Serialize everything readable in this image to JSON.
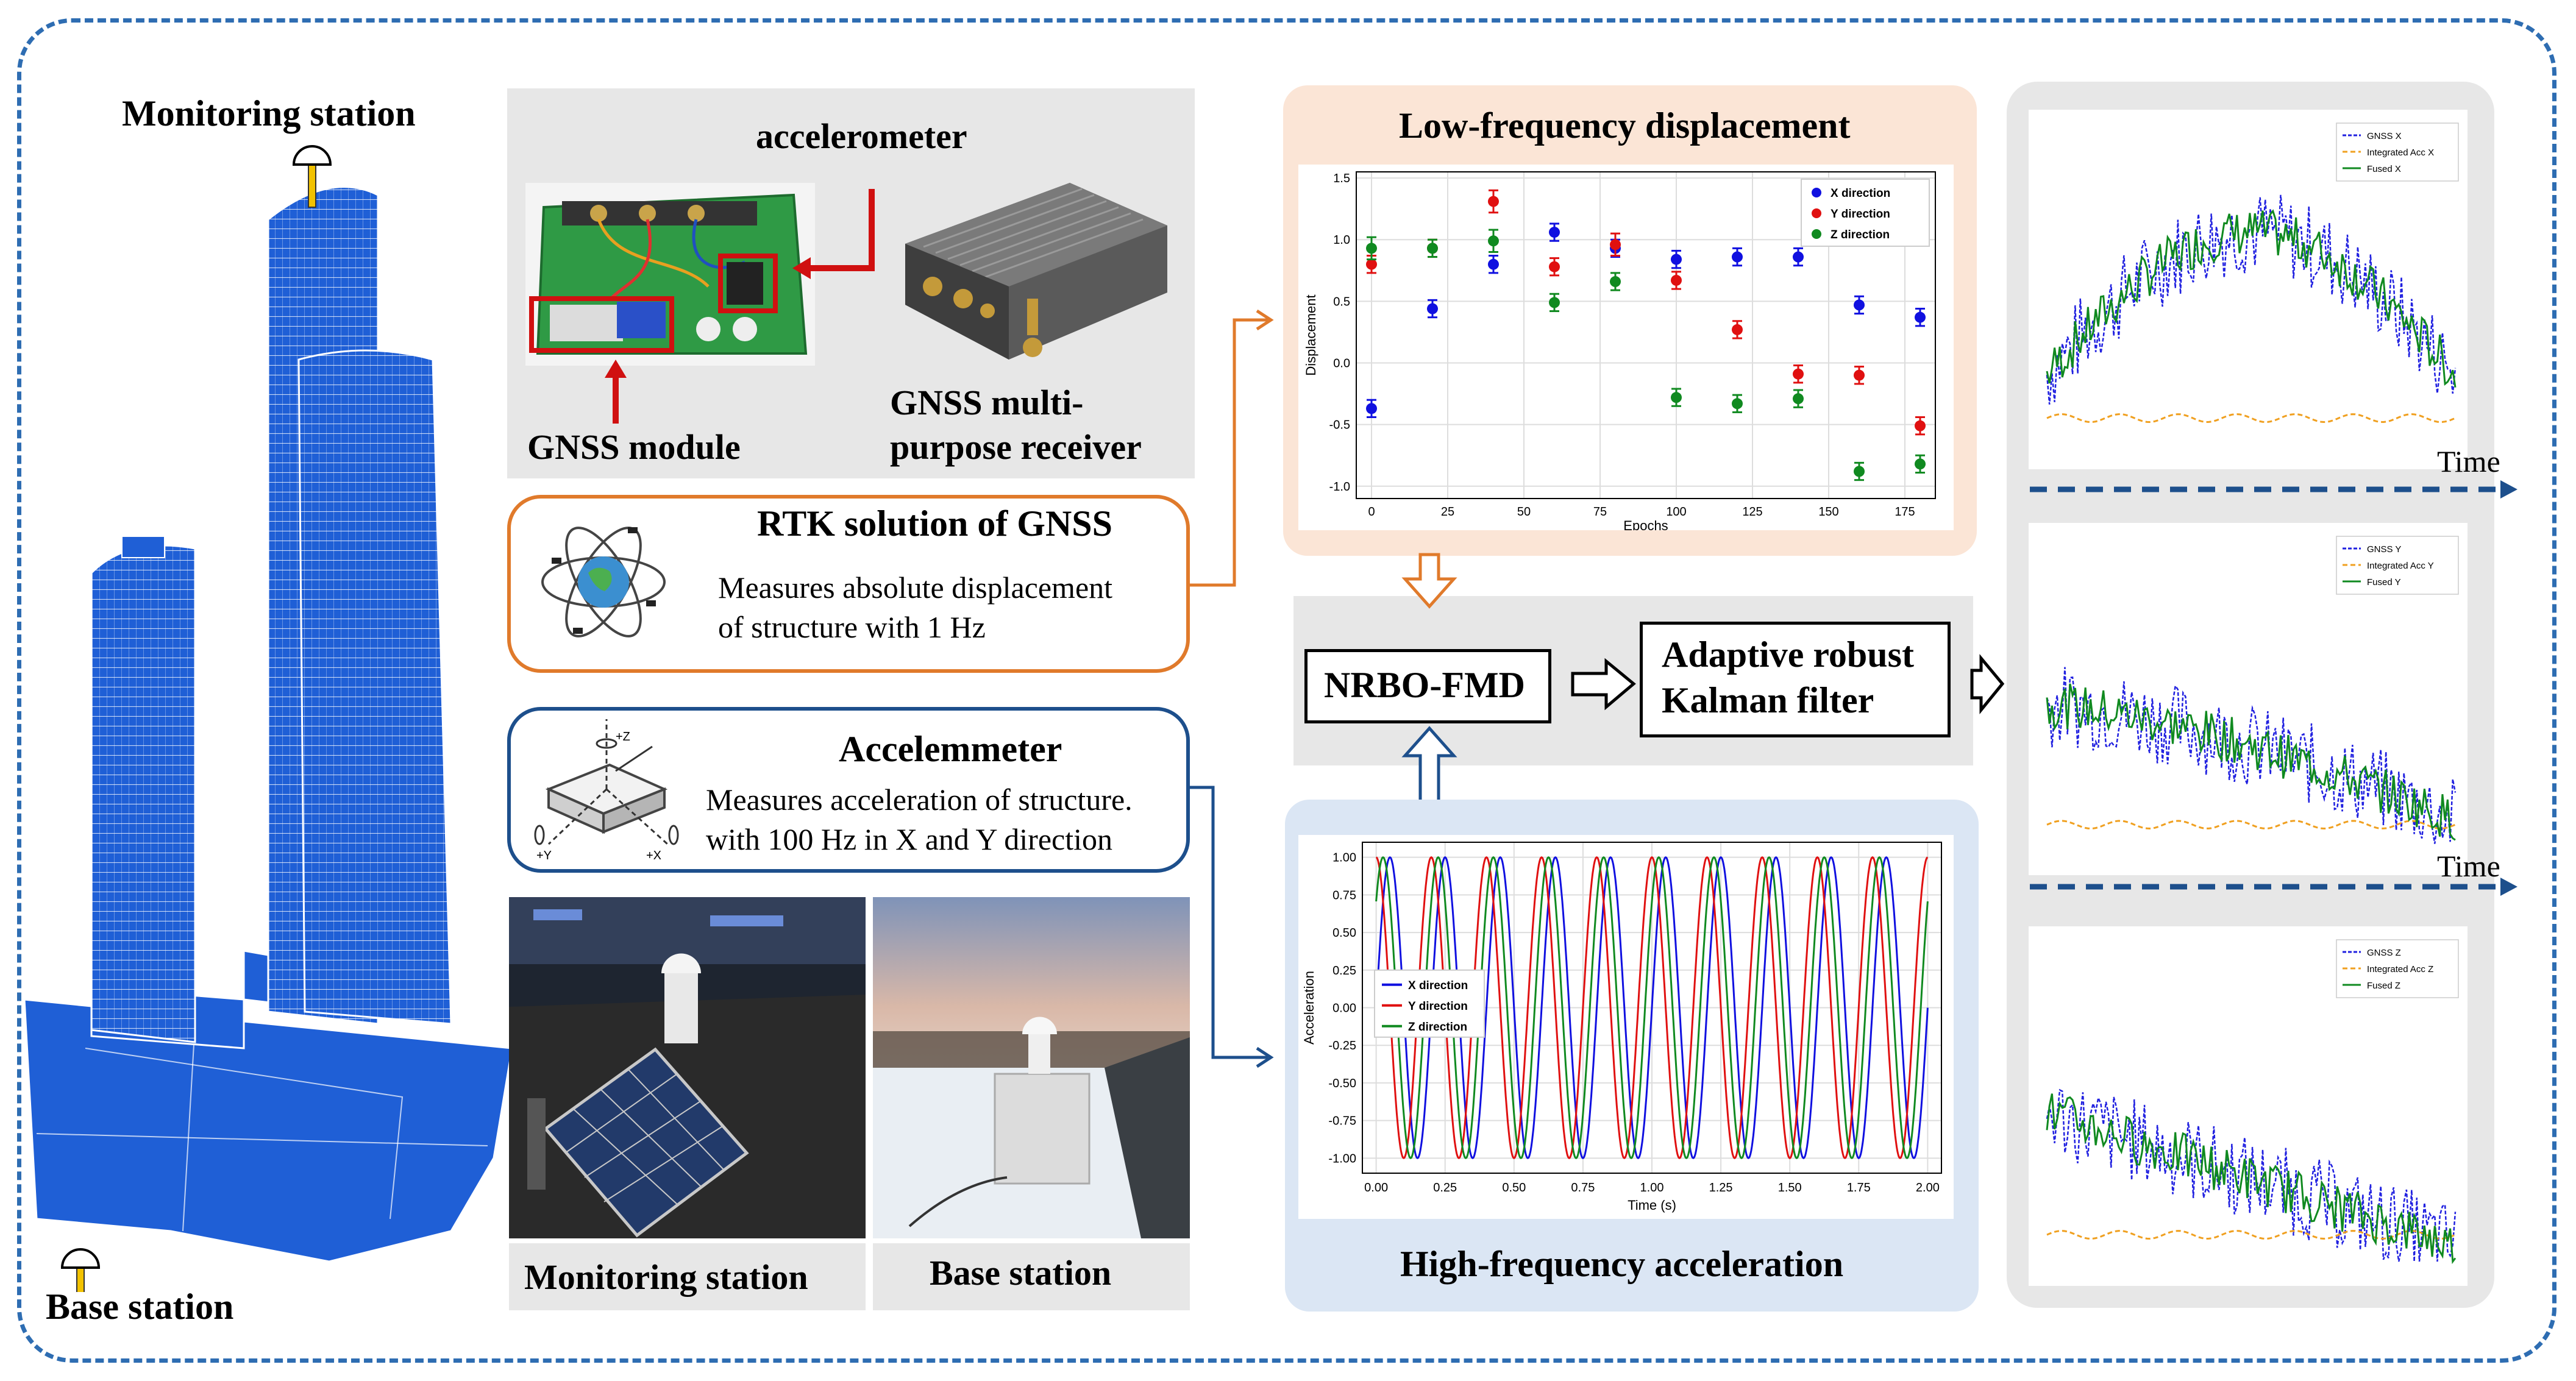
{
  "colors": {
    "frame": "#2e6db2",
    "building": "#1f5fd6",
    "orange_border": "#e07a2b",
    "blue_border": "#1d4f8c",
    "low_freq_panel": "#fbe5d6",
    "high_freq_panel": "#dbe6f4",
    "gray_panel": "#e7e7e7",
    "red_arrow": "#d01010",
    "x_dir": "#1010e0",
    "y_dir": "#e01010",
    "z_dir": "#108a20",
    "integrated": "#f0a020"
  },
  "left": {
    "monitoring_label": "Monitoring station",
    "base_label": "Base station"
  },
  "hardware": {
    "accelerometer_label": "accelerometer",
    "gnss_module_label": "GNSS module",
    "receiver_label_line1": "GNSS multi-",
    "receiver_label_line2": "purpose receiver"
  },
  "rtk": {
    "title": "RTK solution of GNSS",
    "line1": "Measures absolute displacement",
    "line2": "of structure with 1 Hz",
    "icon": "satellite-orbits-icon"
  },
  "accel": {
    "title": "Accelemmeter",
    "line1": "Measures acceleration of structure.",
    "line2": "with 100 Hz in X and Y direction",
    "icon": "accelerometer-axes-icon",
    "axis_z": "+Z",
    "axis_x": "+X",
    "axis_y": "+Y"
  },
  "photos": {
    "monitoring_label": "Monitoring station",
    "base_label": "Base station"
  },
  "low_freq": {
    "title": "Low-frequency displacement"
  },
  "high_freq": {
    "title": "High-frequency acceleration"
  },
  "process": {
    "nrbo": "NRBO-FMD",
    "kalman_line1": "Adaptive robust",
    "kalman_line2": "Kalman filter"
  },
  "results": {
    "time_label_1": "Time",
    "time_label_2": "Time",
    "plots": [
      {
        "legend": [
          "GNSS X",
          "Integrated Acc X",
          "Fused X"
        ]
      },
      {
        "legend": [
          "GNSS Y",
          "Integrated Acc Y",
          "Fused Y"
        ]
      },
      {
        "legend": [
          "GNSS Z",
          "Integrated Acc Z",
          "Fused Z"
        ]
      }
    ]
  },
  "chart_data": [
    {
      "type": "scatter",
      "title": "",
      "xlabel": "Epochs",
      "ylabel": "Displacement",
      "xlim": [
        -5,
        185
      ],
      "ylim": [
        -1.1,
        1.55
      ],
      "xticks": [
        0,
        25,
        50,
        75,
        100,
        125,
        150,
        175
      ],
      "yticks": [
        -1.0,
        -0.5,
        0.0,
        0.5,
        1.0,
        1.5
      ],
      "x": [
        0,
        20,
        40,
        60,
        80,
        100,
        120,
        140,
        160,
        180
      ],
      "legend_position": "top-right",
      "series": [
        {
          "name": "X direction",
          "color": "#1010e0",
          "values": [
            -0.37,
            0.44,
            0.8,
            1.06,
            0.93,
            0.84,
            0.86,
            0.86,
            0.47,
            0.37
          ],
          "err": [
            0.07,
            0.07,
            0.07,
            0.07,
            0.07,
            0.07,
            0.07,
            0.07,
            0.07,
            0.07
          ]
        },
        {
          "name": "Y direction",
          "color": "#e01010",
          "values": [
            0.8,
            0.93,
            1.31,
            0.78,
            0.96,
            0.67,
            0.27,
            -0.09,
            -0.1,
            -0.51
          ],
          "err": [
            0.07,
            0.07,
            0.09,
            0.07,
            0.09,
            0.07,
            0.07,
            0.07,
            0.07,
            0.07
          ]
        },
        {
          "name": "Z direction",
          "color": "#108a20",
          "values": [
            0.93,
            0.93,
            0.99,
            0.49,
            0.66,
            -0.28,
            -0.33,
            -0.29,
            -0.88,
            -0.82
          ],
          "err": [
            0.09,
            0.07,
            0.09,
            0.07,
            0.07,
            0.07,
            0.07,
            0.07,
            0.07,
            0.07
          ]
        }
      ]
    },
    {
      "type": "line",
      "title": "",
      "xlabel": "Time (s)",
      "ylabel": "Acceleration",
      "xlim": [
        -0.05,
        2.05
      ],
      "ylim": [
        -1.1,
        1.1
      ],
      "xticks": [
        0.0,
        0.25,
        0.5,
        0.75,
        1.0,
        1.25,
        1.5,
        1.75,
        2.0
      ],
      "yticks": [
        -1.0,
        -0.75,
        -0.5,
        -0.25,
        0.0,
        0.25,
        0.5,
        0.75,
        1.0
      ],
      "frequency_hz": 5,
      "legend_position": "center-left",
      "grid": true,
      "series": [
        {
          "name": "X direction",
          "color": "#1010e0",
          "phase_cycles": 0.25
        },
        {
          "name": "Y direction",
          "color": "#e01010",
          "phase_cycles": 0.0
        },
        {
          "name": "Z direction",
          "color": "#108a20",
          "phase_cycles": 0.125
        }
      ]
    }
  ]
}
